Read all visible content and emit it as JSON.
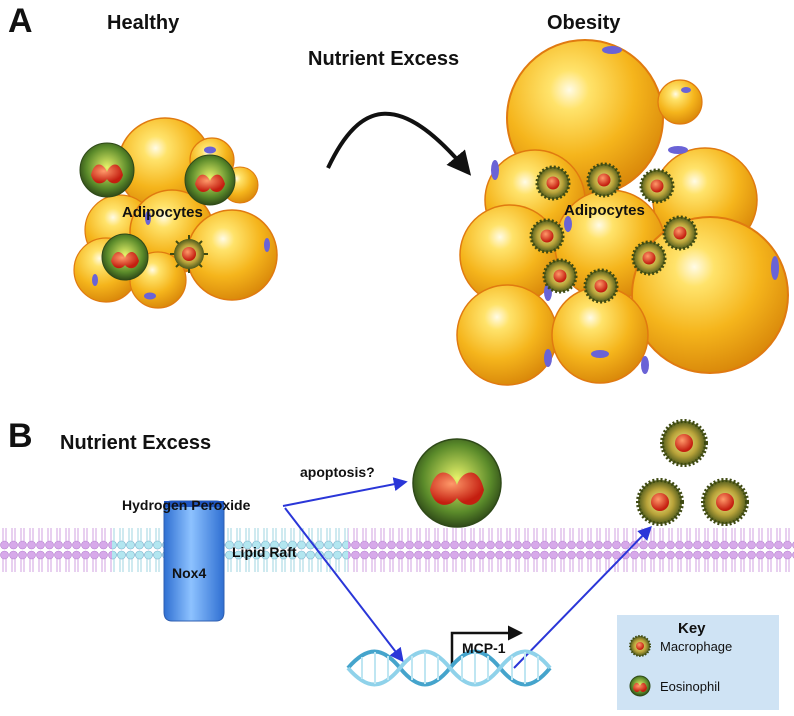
{
  "panel_a": {
    "letter": "A",
    "healthy_label": "Healthy",
    "obesity_label": "Obesity",
    "transition_label": "Nutrient Excess",
    "healthy_cluster_label": "Adipocytes",
    "obesity_cluster_label": "Adipocytes"
  },
  "panel_b": {
    "letter": "B",
    "title": "Nutrient Excess",
    "apoptosis_label": "apoptosis?",
    "h2o2_label": "Hydrogen Peroxide",
    "lipid_raft_label": "Lipid Raft",
    "nox4_label": "Nox4",
    "mcp1_label": "MCP-1"
  },
  "key": {
    "title": "Key",
    "items": [
      {
        "label": "Macrophage",
        "icon": "macrophage-icon"
      },
      {
        "label": "Eosinophil",
        "icon": "eosinophil-icon"
      }
    ]
  },
  "colors": {
    "adipocyte": "#f2b51f",
    "nucleus": "#6a63d6",
    "arrow": "#2a36d8",
    "membrane": "#d6a6e6",
    "raft": "#a9e0ea",
    "nox4": "#4f8fe0",
    "key_bg": "#cfe3f4"
  }
}
